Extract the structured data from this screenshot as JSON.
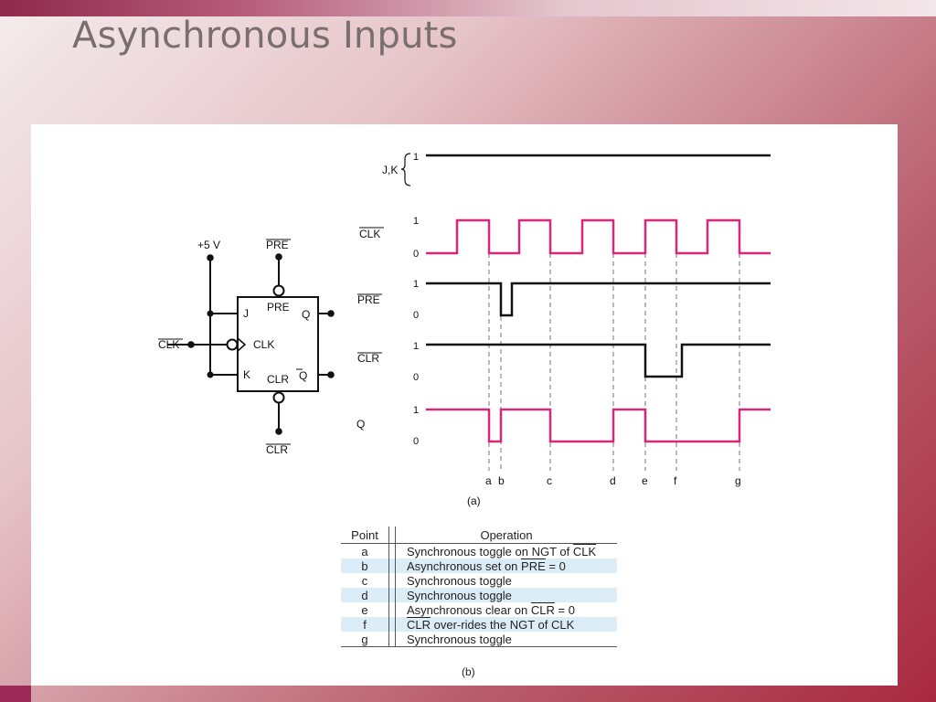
{
  "slide": {
    "title": "Asynchronous Inputs"
  },
  "circuit": {
    "supply_label": "+5 V",
    "pre_label": "PRE",
    "clr_label": "CLR",
    "clk_input_label": "CLK",
    "pins": {
      "j": "J",
      "k": "K",
      "clk": "CLK",
      "pre": "PRE",
      "clr": "CLR",
      "q": "Q",
      "qbar": "Q"
    }
  },
  "timing": {
    "caption": "(a)",
    "level_high": "1",
    "level_low": "0",
    "signals": {
      "jk": "J,K",
      "clk": "CLK",
      "pre": "PRE",
      "clr": "CLR",
      "q": "Q"
    },
    "markers": [
      "a",
      "b",
      "c",
      "d",
      "e",
      "f",
      "g"
    ],
    "colors": {
      "clk": "#d6287a",
      "q": "#d6287a",
      "control": "#111111"
    }
  },
  "table": {
    "caption": "(b)",
    "headers": {
      "point": "Point",
      "operation": "Operation"
    },
    "rows": [
      {
        "point": "a",
        "op_pre": "Synchronous toggle on NGT of ",
        "op_bar": "CLK",
        "op_post": ""
      },
      {
        "point": "b",
        "op_pre": "Asynchronous set on ",
        "op_bar": "PRE",
        "op_post": " = 0"
      },
      {
        "point": "c",
        "op_pre": "Synchronous toggle",
        "op_bar": "",
        "op_post": ""
      },
      {
        "point": "d",
        "op_pre": "Synchronous toggle",
        "op_bar": "",
        "op_post": ""
      },
      {
        "point": "e",
        "op_pre": "Asynchronous clear on ",
        "op_bar": "CLR",
        "op_post": " = 0"
      },
      {
        "point": "f",
        "op_pre": "",
        "op_bar": "CLR",
        "op_post": " over-rides the NGT of CLK"
      },
      {
        "point": "g",
        "op_pre": "Synchronous toggle",
        "op_bar": "",
        "op_post": ""
      }
    ]
  }
}
